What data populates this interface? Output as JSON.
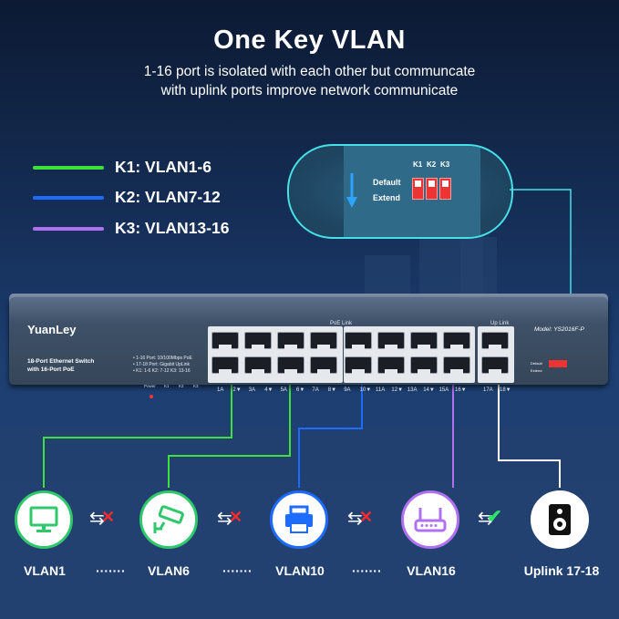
{
  "header": {
    "title": "One Key VLAN",
    "subtitle_line1": "1-16 port is isolated with each other but communcate",
    "subtitle_line2": "with uplink ports improve network communicate"
  },
  "legend": [
    {
      "label": "K1: VLAN1-6",
      "color": "#3ee03c"
    },
    {
      "label": "K2: VLAN7-12",
      "color": "#1e6cff"
    },
    {
      "label": "K3: VLAN13-16",
      "color": "#b071f0"
    }
  ],
  "dip_switch": {
    "keys": [
      "K1",
      "K2",
      "K3"
    ],
    "default_label": "Default",
    "extend_label": "Extend"
  },
  "device": {
    "brand": "YuanLey",
    "name_line1": "18-Port Ethernet Switch",
    "name_line2": "with 16-Port PoE",
    "spec1": "• 1-16 Port: 10/100Mbps PoE",
    "spec2": "• 17-18 Port: Gigabit UpLink",
    "spec3": "• K1: 1-6  K2: 7-12  K3: 13-16",
    "poe_link": "PoE Link",
    "uplink": "Up Link",
    "model": "Model: YS2016F-P",
    "leds": [
      "Power",
      "K1",
      "K2",
      "K3"
    ],
    "port_labels": [
      "1A",
      "2▼",
      "3A",
      "4▼",
      "5A",
      "6▼",
      "7A",
      "8▼",
      "9A",
      "10▼",
      "11A",
      "12▼",
      "13A",
      "14▼",
      "15A",
      "16▼",
      "17A",
      "18▼"
    ]
  },
  "nodes": [
    {
      "label": "VLAN1",
      "icon": "monitor-icon"
    },
    {
      "label": "VLAN6",
      "icon": "camera-icon"
    },
    {
      "label": "VLAN10",
      "icon": "printer-icon"
    },
    {
      "label": "VLAN16",
      "icon": "router-icon"
    },
    {
      "label": "Uplink 17-18",
      "icon": "speaker-icon"
    }
  ],
  "separator": "·······",
  "colors": {
    "vlan_green": "#3ee03c",
    "vlan_blue": "#1e6cff",
    "vlan_purple": "#b071f0",
    "uplink_white": "#ffffff",
    "blocked": "#ff2a2a",
    "allowed": "#2fe36a"
  }
}
